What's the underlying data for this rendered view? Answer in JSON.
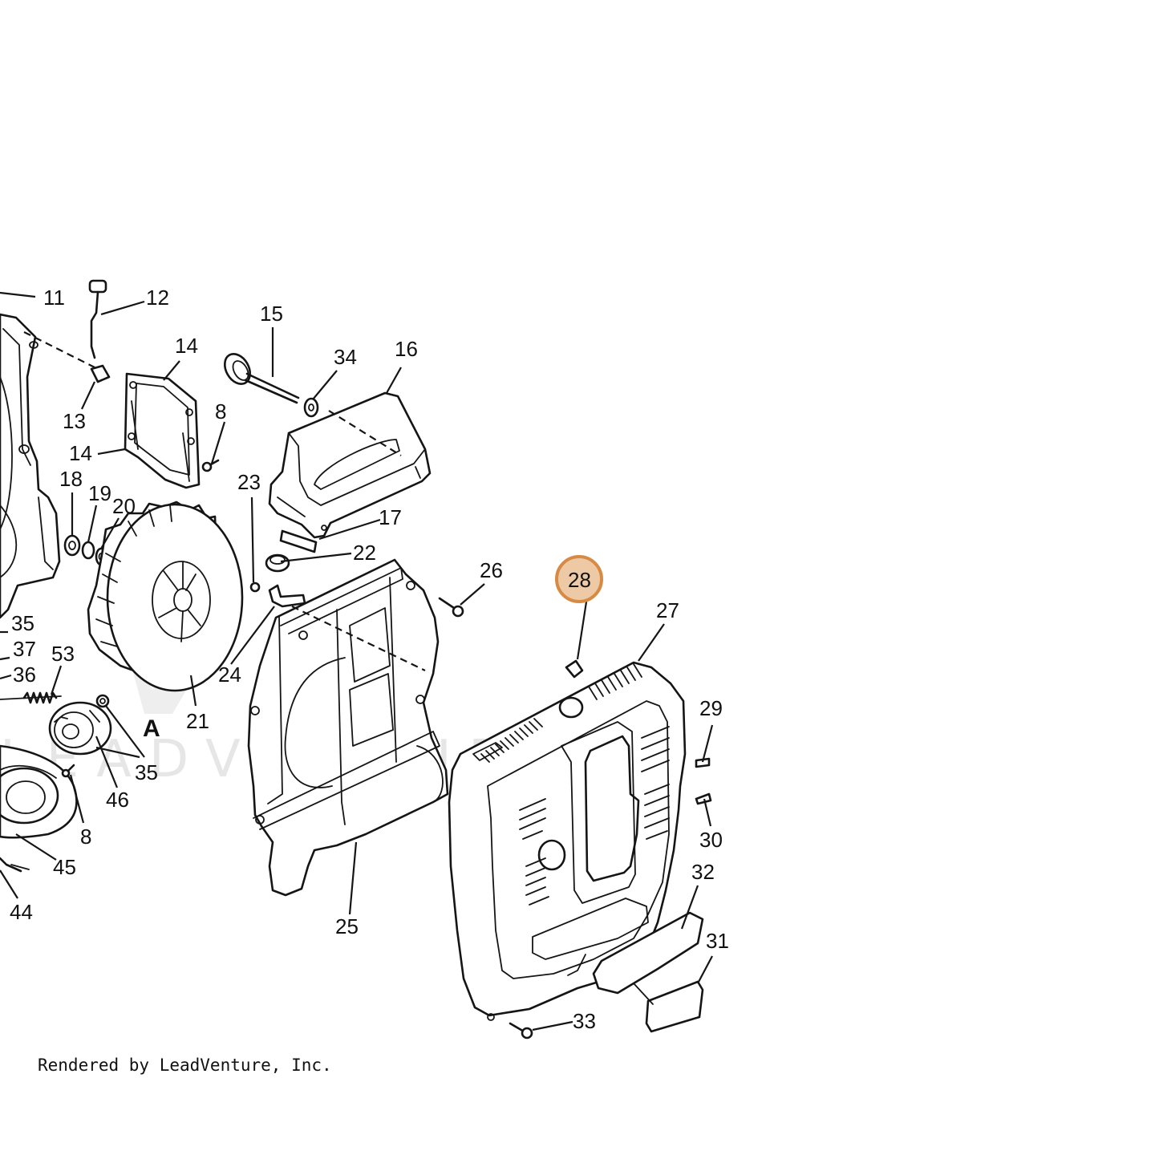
{
  "credit": "Rendered by LeadVenture, Inc.",
  "watermark": "LEADVENTURE",
  "highlight": {
    "part": "28",
    "fill": "#eec9a6",
    "stroke": "#d78a43"
  },
  "view_marker": "A",
  "callouts": {
    "c8a": "8",
    "c8b": "8",
    "c11": "11",
    "c12": "12",
    "c13": "13",
    "c14a": "14",
    "c14b": "14",
    "c15": "15",
    "c16": "16",
    "c17": "17",
    "c18": "18",
    "c19": "19",
    "c20": "20",
    "c21": "21",
    "c22": "22",
    "c23": "23",
    "c24": "24",
    "c25": "25",
    "c26": "26",
    "c27": "27",
    "c28": "28",
    "c29": "29",
    "c30": "30",
    "c31": "31",
    "c32": "32",
    "c33": "33",
    "c34": "34",
    "c35a": "35",
    "c35b": "35",
    "c36": "36",
    "c37": "37",
    "c44": "44",
    "c45": "45",
    "c46": "46",
    "c53": "53"
  }
}
